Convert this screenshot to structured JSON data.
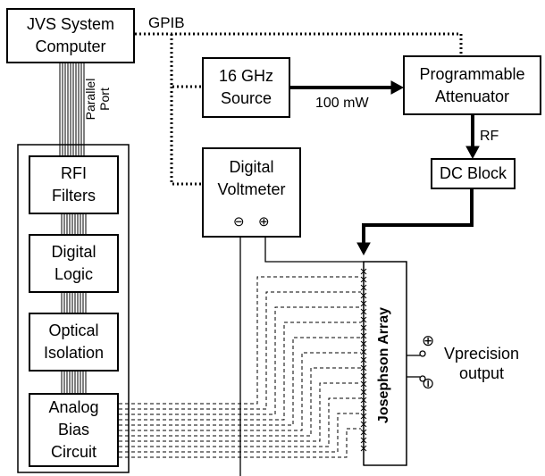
{
  "blocks": {
    "jvs_computer": "JVS System\nComputer",
    "source": "16 GHz\nSource",
    "attenuator": "Programmable\nAttenuator",
    "dc_block": "DC Block",
    "voltmeter": "Digital\nVoltmeter",
    "rfi_filters": "RFI\nFilters",
    "digital_logic": "Digital\nLogic",
    "optical_isolation": "Optical\nIsolation",
    "analog_bias": "Analog\nBias\nCircuit"
  },
  "labels": {
    "gpib": "GPIB",
    "power": "100 mW",
    "rf": "RF",
    "parallel_port": "Parallel\nPort",
    "josephson_array": "Josephson Array",
    "vprecision": "Vprecision\noutput",
    "minus": "⊖",
    "plus": "⊕"
  }
}
